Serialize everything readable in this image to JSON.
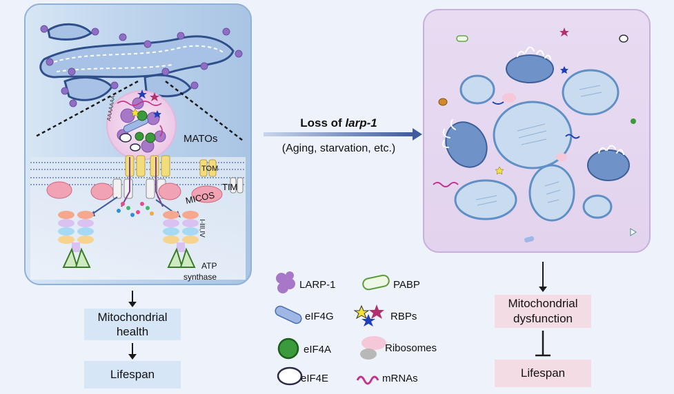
{
  "left_panel": {
    "matos_label": "MATOs",
    "tom_label": "TOM",
    "tim_label": "TIM",
    "micos_label": "MICOS",
    "complex_label": "I-III,IV",
    "atp_label_line1": "ATP",
    "atp_label_line2": "synthase",
    "polya_label": "AAAAAAA"
  },
  "left_outcomes": {
    "health_line1": "Mitochondrial",
    "health_line2": "health",
    "lifespan": "Lifespan"
  },
  "center": {
    "loss_prefix": "Loss of ",
    "loss_gene": "larp-1",
    "conditions": "(Aging, starvation, etc.)"
  },
  "right_outcomes": {
    "dysfunction_line1": "Mitochondrial",
    "dysfunction_line2": "dysfunction",
    "lifespan": "Lifespan"
  },
  "legend": {
    "larp1": "LARP-1",
    "pabp": "PABP",
    "eif4g": "eIF4G",
    "rbps": "RBPs",
    "eif4a": "eIF4A",
    "ribosomes": "Ribosomes",
    "eif4e": "eIF4E",
    "mrnas": "mRNAs"
  },
  "colors": {
    "left_panel_bg": "#bcd3ec",
    "right_panel_bg": "#e6d9f0",
    "outcome_box_left": "#d6e6f6",
    "outcome_box_right": "#f4dce5",
    "arrow_blue": "#3f5a9e",
    "larp1_purple": "#a678c7",
    "eif4a_green": "#3b9a3b",
    "eif4g_blue": "#9fb7e4",
    "rbp_yellow": "#f3e23a",
    "rbp_magenta": "#b3306f",
    "rbp_blue": "#1f3fb8",
    "mrna_magenta": "#c2338c"
  }
}
